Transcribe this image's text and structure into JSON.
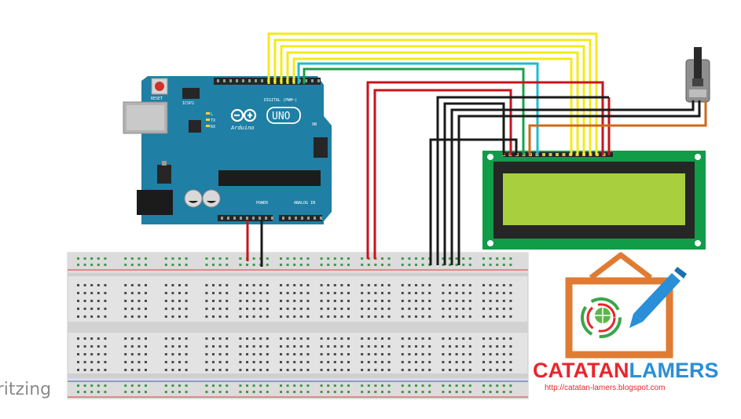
{
  "arduino": {
    "brand": "Arduino",
    "model": "UNO",
    "reset_label": "RESET",
    "icsp_label": "ICSP2",
    "digital_label": "DIGITAL (PWM~)",
    "power_label": "POWER",
    "analog_label": "ANALOG IN",
    "tx_label": "TX",
    "rx_label": "RX",
    "on_label": "ON",
    "l_label": "L"
  },
  "watermark": {
    "tool": "fritzing",
    "brand_part1": "CATATAN",
    "brand_part2": "LAMERS",
    "url": "http://catatan-lamers.blogspot.com"
  },
  "colors": {
    "board": "#1f7fa4",
    "wire_yellow": "#f4ea1c",
    "wire_green": "#18a24a",
    "wire_cyan": "#1fbcd0",
    "wire_red": "#c8141c",
    "wire_black": "#1a1a1a",
    "wire_orange": "#cc6a1a",
    "lcd_screen": "#a8cf3e",
    "lcd_pcb": "#119c48",
    "brand_red": "#e8262c",
    "brand_blue": "#2a8fd8",
    "frame_orange": "#e07b33"
  }
}
